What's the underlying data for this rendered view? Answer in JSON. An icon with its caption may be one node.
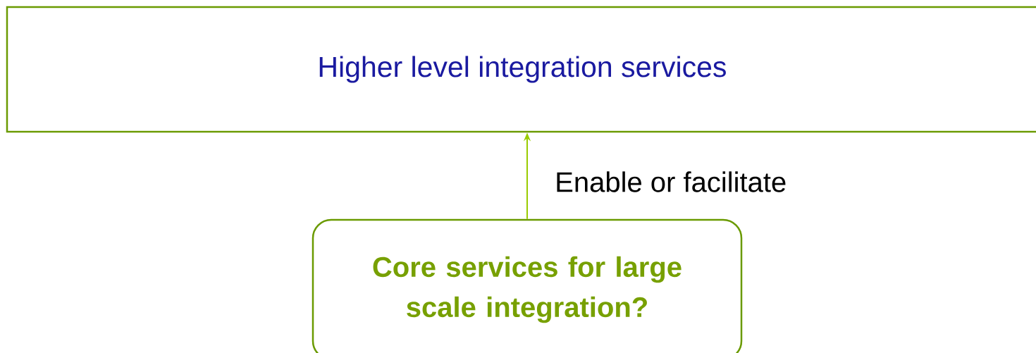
{
  "diagram": {
    "nodes": [
      {
        "text": [
          "Higher level integration services"
        ]
      },
      {
        "text": [
          "**Core services for large scale integration?**"
        ]
      }
    ],
    "edges": [
      {
        "from": 1,
        "to": 0,
        "arrow": "to",
        "label": "Enable or facilitate"
      }
    ]
  }
}
